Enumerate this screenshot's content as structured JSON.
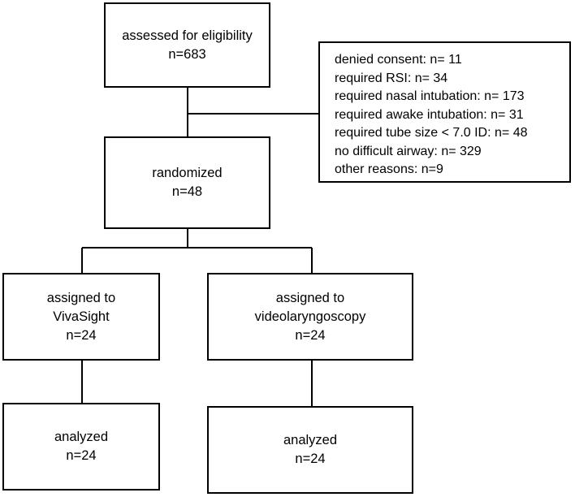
{
  "flow": {
    "assessed": {
      "label": "assessed for eligibility",
      "count": "n=683"
    },
    "exclusions": [
      "denied consent: n= 11",
      "required RSI: n= 34",
      "required nasal intubation: n= 173",
      "required awake intubation: n= 31",
      "required tube size < 7.0 ID: n= 48",
      "no difficult airway: n= 329",
      "other reasons: n=9"
    ],
    "randomized": {
      "label": "randomized",
      "count": "n=48"
    },
    "arms": [
      {
        "line1": "assigned to",
        "line2": "VivaSight",
        "count": "n=24",
        "analyzed_label": "analyzed",
        "analyzed_count": "n=24"
      },
      {
        "line1": "assigned to",
        "line2": "videolaryngoscopy",
        "count": "n=24",
        "analyzed_label": "analyzed",
        "analyzed_count": "n=24"
      }
    ]
  }
}
